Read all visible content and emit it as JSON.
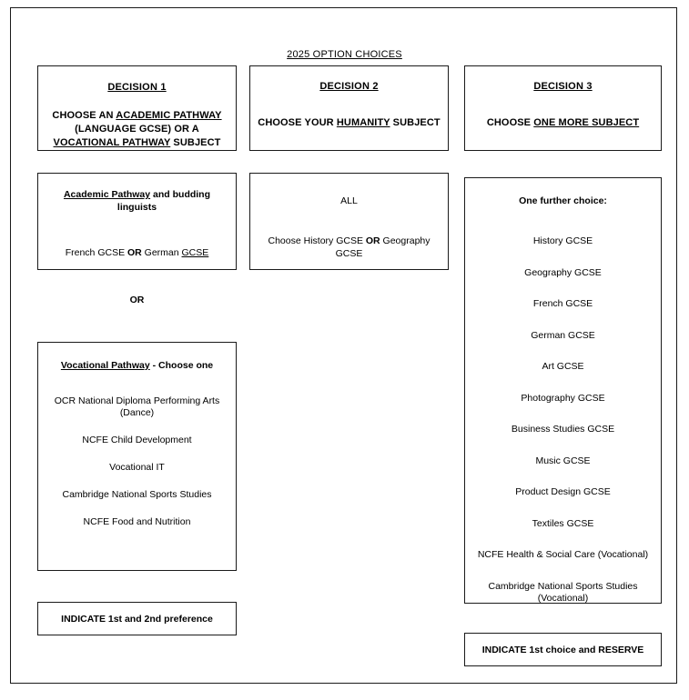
{
  "title": {
    "text": "2025 OPTION CHOICES"
  },
  "decision1": {
    "header": "DECISION 1",
    "line1_pre": "CHOOSE AN ",
    "line1_underlined": "ACADEMIC PATHWAY",
    "line2": "(LANGUAGE GCSE) OR A",
    "line3_underlined": "VOCATIONAL PATHWAY",
    "line3_post": " SUBJECT"
  },
  "decision2": {
    "header": "DECISION 2",
    "line1_pre": "CHOOSE YOUR ",
    "line1_underlined": "HUMANITY",
    "line1_post": " SUBJECT"
  },
  "decision3": {
    "header": "DECISION 3",
    "line1_pre": "CHOOSE ",
    "line1_underlined": "ONE MORE SUBJECT"
  },
  "academic": {
    "header_underlined": "Academic Pathway",
    "header_post": " and budding linguists",
    "choice_pre": "French GCSE ",
    "choice_or": "OR",
    "choice_mid": " German ",
    "choice_underlined": "GCSE"
  },
  "all_box": {
    "header": "ALL",
    "choice_pre": "Choose History GCSE  ",
    "choice_or": "OR",
    "choice_post": " Geography GCSE"
  },
  "or_connector": {
    "label": "OR"
  },
  "vocational": {
    "header_underlined": "Vocational Pathway",
    "header_post": " - Choose one",
    "items": [
      "OCR National Diploma Performing Arts (Dance)",
      "NCFE Child Development",
      "Vocational IT",
      "Cambridge National Sports Studies",
      "NCFE Food and Nutrition"
    ]
  },
  "subjects": {
    "header": "One further choice:",
    "items": [
      "History GCSE",
      "Geography GCSE",
      "French GCSE",
      "German GCSE",
      "Art GCSE",
      "Photography GCSE",
      "Business Studies GCSE",
      "Music GCSE",
      "Product Design GCSE",
      "Textiles GCSE",
      "NCFE Health & Social Care (Vocational)",
      "Cambridge National Sports Studies (Vocational)"
    ]
  },
  "indicate_left": {
    "text": "INDICATE 1st and 2nd preference"
  },
  "indicate_right": {
    "text": "INDICATE 1st choice and RESERVE"
  },
  "colors": {
    "border": "#1a1a1a",
    "text": "#000000",
    "background": "#ffffff"
  }
}
